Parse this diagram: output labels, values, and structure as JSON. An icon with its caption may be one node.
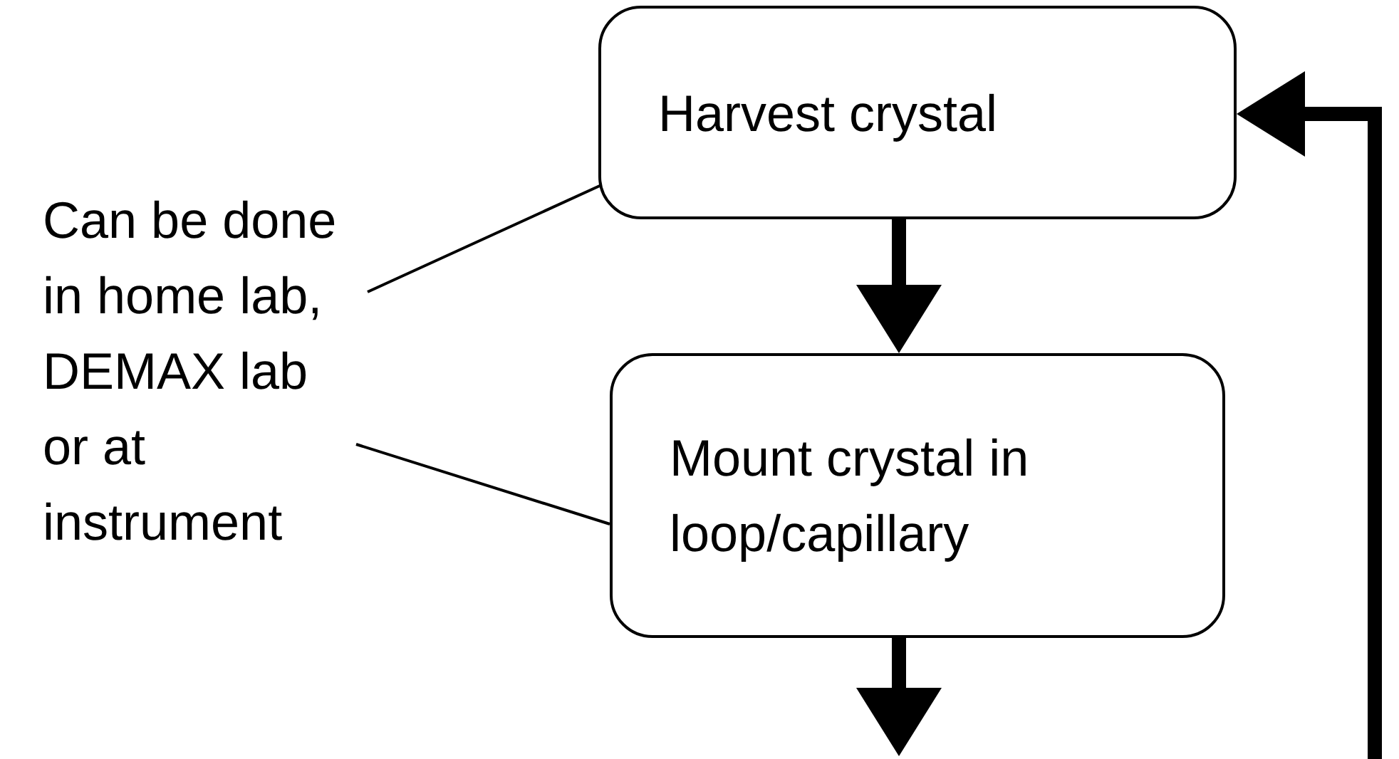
{
  "diagram": {
    "nodes": [
      {
        "text": [
          "Can be done in home lab, DEMAX lab or at instrument"
        ]
      },
      {
        "text": [
          "Harvest crystal"
        ]
      },
      {
        "text": [
          "Mount crystal in loop/capillary"
        ]
      }
    ],
    "edges": [
      {
        "from": 0,
        "to": 1,
        "arrow": "none"
      },
      {
        "from": 0,
        "to": 2,
        "arrow": "none"
      },
      {
        "from": 1,
        "to": 2,
        "arrow": "to"
      },
      {
        "from": 2,
        "to": null,
        "arrow": "to"
      },
      {
        "from": null,
        "to": 1,
        "arrow": "to"
      }
    ]
  }
}
